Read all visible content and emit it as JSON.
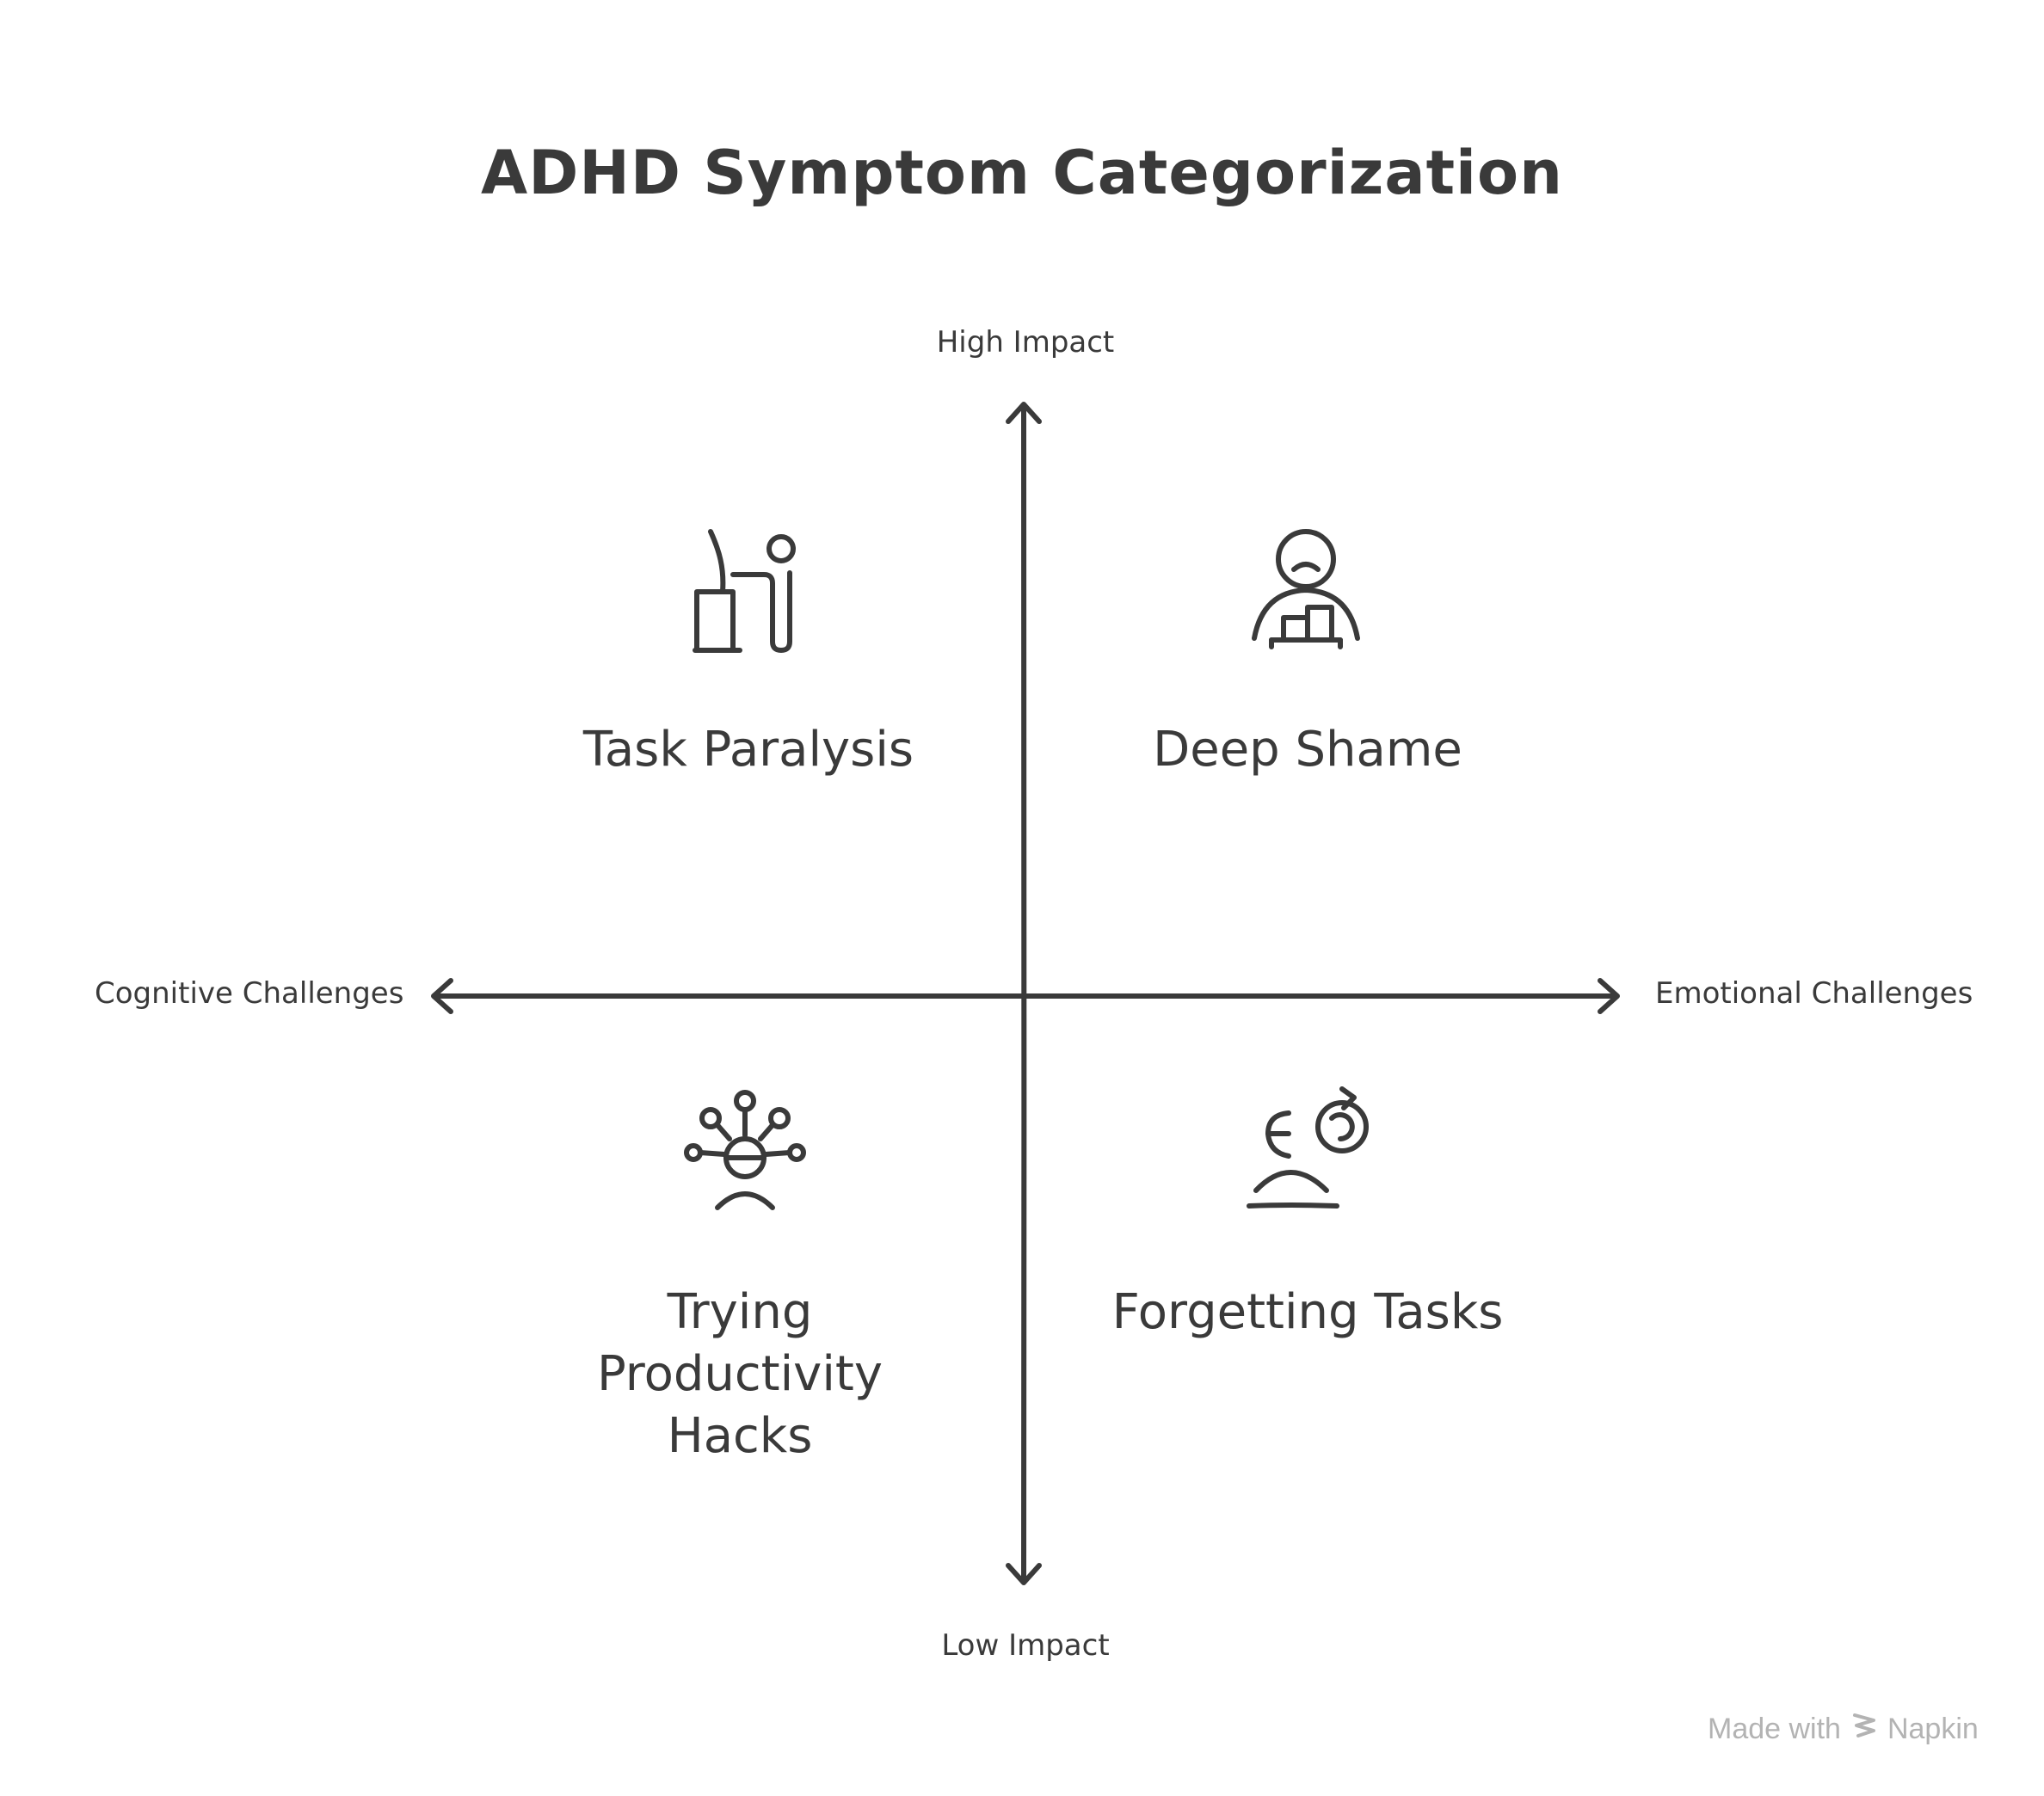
{
  "title": "ADHD Symptom Categorization",
  "axes": {
    "top": "High Impact",
    "bottom": "Low Impact",
    "left": "Cognitive Challenges",
    "right": "Emotional Challenges"
  },
  "quadrants": [
    {
      "position": "top-left",
      "label": "Task Paralysis",
      "icon": "person-at-desk-icon"
    },
    {
      "position": "top-right",
      "label": "Deep Shame",
      "icon": "sad-person-icon"
    },
    {
      "position": "bottom-left",
      "label": "Trying\nProductivity\nHacks",
      "icon": "person-with-ideas-icon"
    },
    {
      "position": "bottom-right",
      "label": "Forgetting Tasks",
      "icon": "person-with-reload-icon"
    }
  ],
  "watermark": {
    "prefix": "Made with",
    "brand": "Napkin"
  },
  "colors": {
    "ink": "#3a3a3a",
    "watermark": "#b3b3b3",
    "background": "#ffffff"
  }
}
